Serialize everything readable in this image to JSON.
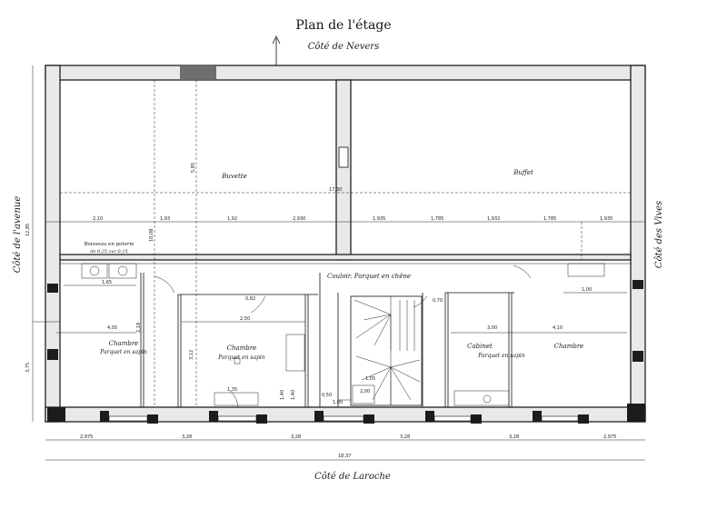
{
  "title": "Plan de l'étage",
  "sides": {
    "top": "Côté de Nevers",
    "bottom": "Côté de Laroche",
    "left": "Côté de l'avenue",
    "right": "Côté des Vives"
  },
  "rooms": {
    "buvette": "Buvette",
    "buffet": "Buffet",
    "couloir": "Couloir. Parquet en chêne",
    "chambre_left": "Chambre",
    "chambre_left_floor": "Parquet en sapin",
    "chambre_mid": "Chambre",
    "chambre_mid_floor": "Parquet en sapin",
    "cabinet": "Cabinet",
    "cabinet_floor": "Parquet en sapin",
    "chambre_right": "Chambre",
    "boisseau": "Boisseau en poterie",
    "boisseau_dim": "de 0,25 sur 0,15"
  },
  "dimensions": {
    "inner_width": "17,30",
    "total_width": "18,37",
    "top_row": [
      "2,10",
      "1,93",
      "1,92",
      "2,930",
      "1,935",
      "1,785",
      "1,932",
      "1,785",
      "1,935"
    ],
    "bottom_row": [
      "2,975",
      "3,28",
      "3,28",
      "3,28",
      "3,28",
      "2,975"
    ],
    "left_height": "12,85",
    "left_low": "3,75",
    "vert_big": "5,85",
    "vert_side": "10,08",
    "inner_small": [
      "4,05",
      "2,50",
      "4,10",
      "1,65",
      "3,00",
      "1,00",
      "1,35",
      "0,82",
      "1,05",
      "0,50",
      "2,00",
      "1,00",
      "0,70",
      "3,12",
      "1,40",
      "1,40",
      "2,18"
    ]
  }
}
